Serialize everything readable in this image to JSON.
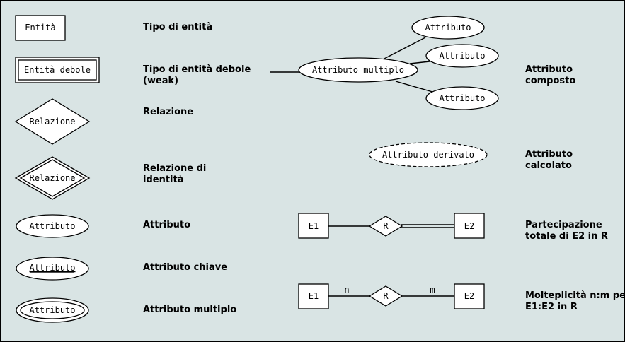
{
  "legend": {
    "entity": {
      "shape_label": "Entità",
      "description": "Tipo di entità"
    },
    "weak_entity": {
      "shape_label": "Entità debole",
      "description": [
        "Tipo di entità debole",
        "(weak)"
      ]
    },
    "relationship": {
      "shape_label": "Relazione",
      "description": "Relazione"
    },
    "identifying_relationship": {
      "shape_label": "Relazione",
      "description": [
        "Relazione di",
        "identità"
      ]
    },
    "attribute": {
      "shape_label": "Attributo",
      "description": "Attributo"
    },
    "key_attribute": {
      "shape_label": "Attributo",
      "description": "Attributo chiave"
    },
    "multivalued_attribute": {
      "shape_label": "Attributo",
      "description": "Attributo multiplo"
    },
    "composite_attribute": {
      "root_label": "Attributo multiplo",
      "child_labels": [
        "Attributo",
        "Attributo",
        "Attributo"
      ],
      "description": [
        "Attributo",
        "composto"
      ]
    },
    "derived_attribute": {
      "shape_label": "Attributo derivato",
      "description": [
        "Attributo",
        "calcolato"
      ]
    },
    "total_participation": {
      "left": "E1",
      "rel": "R",
      "right": "E2",
      "description": [
        "Partecipazione",
        "totale di E2 in R"
      ]
    },
    "cardinality": {
      "left": "E1",
      "rel": "R",
      "right": "E2",
      "left_card": "n",
      "right_card": "m",
      "description": [
        "Molteplicità n:m per",
        "E1:E2 in R"
      ]
    }
  }
}
